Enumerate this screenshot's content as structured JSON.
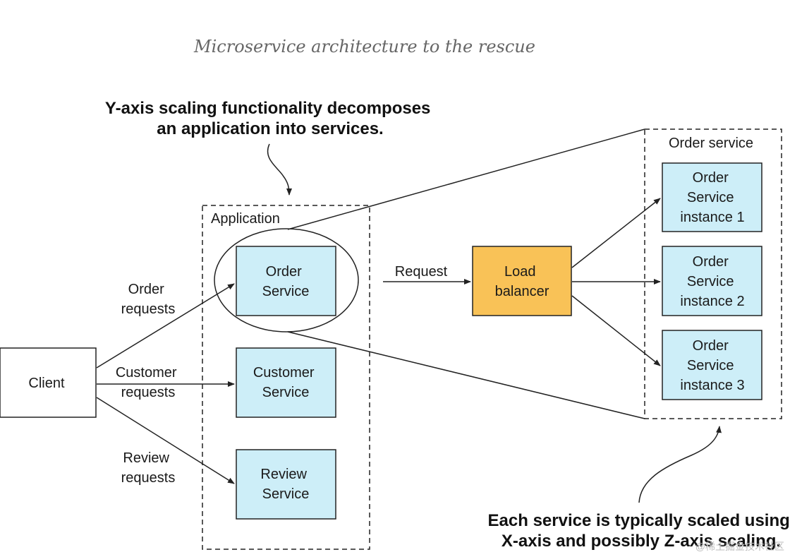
{
  "page_title": "Microservice architecture to the rescue",
  "callout_y": [
    "Y-axis scaling functionality decomposes",
    "an application into services."
  ],
  "callout_x": [
    "Each service is typically scaled using",
    "X-axis and possibly Z-axis scaling."
  ],
  "client": "Client",
  "application_label": "Application",
  "requests": {
    "order": [
      "Order",
      "requests"
    ],
    "customer": [
      "Customer",
      "requests"
    ],
    "review": [
      "Review",
      "requests"
    ]
  },
  "services": {
    "order": [
      "Order",
      "Service"
    ],
    "customer": [
      "Customer",
      "Service"
    ],
    "review": [
      "Review",
      "Service"
    ]
  },
  "request_label": "Request",
  "load_balancer": [
    "Load",
    "balancer"
  ],
  "order_service_group": "Order service",
  "instances": [
    [
      "Order",
      "Service",
      "instance 1"
    ],
    [
      "Order",
      "Service",
      "instance 2"
    ],
    [
      "Order",
      "Service",
      "instance 3"
    ]
  ],
  "watermark": "@稀土掘金技术社区",
  "colors": {
    "service_fill": "#cdeef8",
    "load_balancer_fill": "#f9c257",
    "line": "#222222"
  }
}
